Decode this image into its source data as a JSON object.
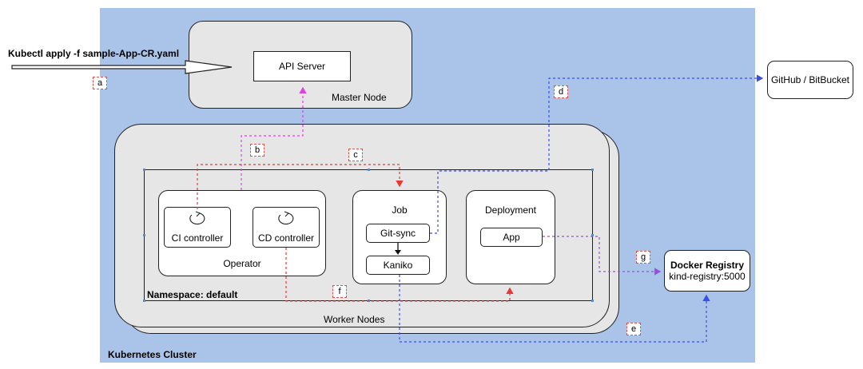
{
  "command": "Kubectl apply -f sample-App-CR.yaml",
  "api_server": "API Server",
  "master_node": "Master Node",
  "github": "GitHub / BitBucket",
  "cluster_label": "Kubernetes Cluster",
  "worker_nodes": "Worker Nodes",
  "namespace": "Namespace: default",
  "operator": {
    "label": "Operator",
    "ci": "CI controller",
    "cd": "CD controller"
  },
  "job": {
    "label": "Job",
    "git_sync": "Git-sync",
    "kaniko": "Kaniko"
  },
  "deployment": {
    "label": "Deployment",
    "app": "App"
  },
  "registry": {
    "title": "Docker Registry",
    "address": "kind-registry:5000"
  },
  "tags": {
    "a": "a",
    "b": "b",
    "c": "c",
    "d": "d",
    "e": "e",
    "f": "f",
    "g": "g"
  },
  "colors": {
    "cluster_bg": "#a9c4e8",
    "node_bg": "#e6e6e6",
    "arrow_magenta": "#e040e0",
    "arrow_red": "#e53935",
    "arrow_blue": "#3b4fe0",
    "arrow_purple": "#9a4fe0"
  }
}
